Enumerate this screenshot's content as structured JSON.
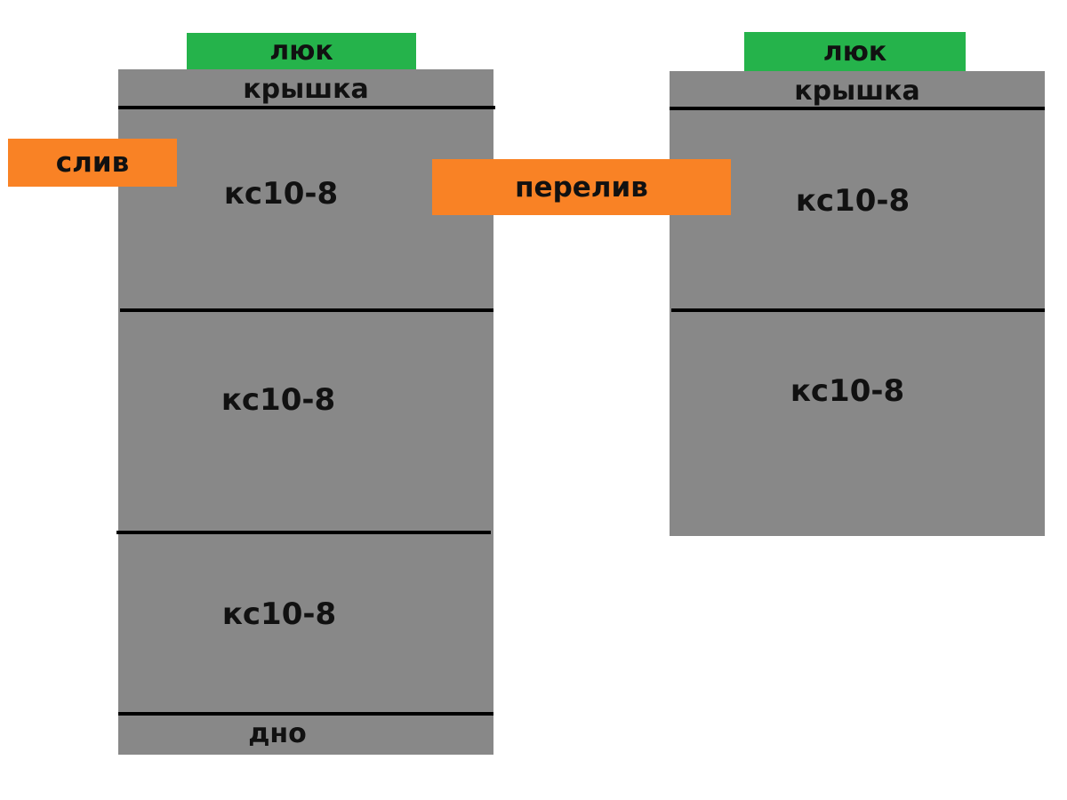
{
  "colors": {
    "concrete": "#888888",
    "hatch": "#25b34b",
    "pipe": "#f98225",
    "seam": "#000000",
    "text": "#111111"
  },
  "left_well": {
    "hatch_label": "люк",
    "cover_label": "крышка",
    "rings": [
      "кс10-8",
      "кс10-8",
      "кс10-8"
    ],
    "bottom_label": "дно"
  },
  "right_well": {
    "hatch_label": "люк",
    "cover_label": "крышка",
    "rings": [
      "кс10-8",
      "кс10-8"
    ]
  },
  "pipes": {
    "drain_label": "слив",
    "overflow_label": "перелив"
  }
}
